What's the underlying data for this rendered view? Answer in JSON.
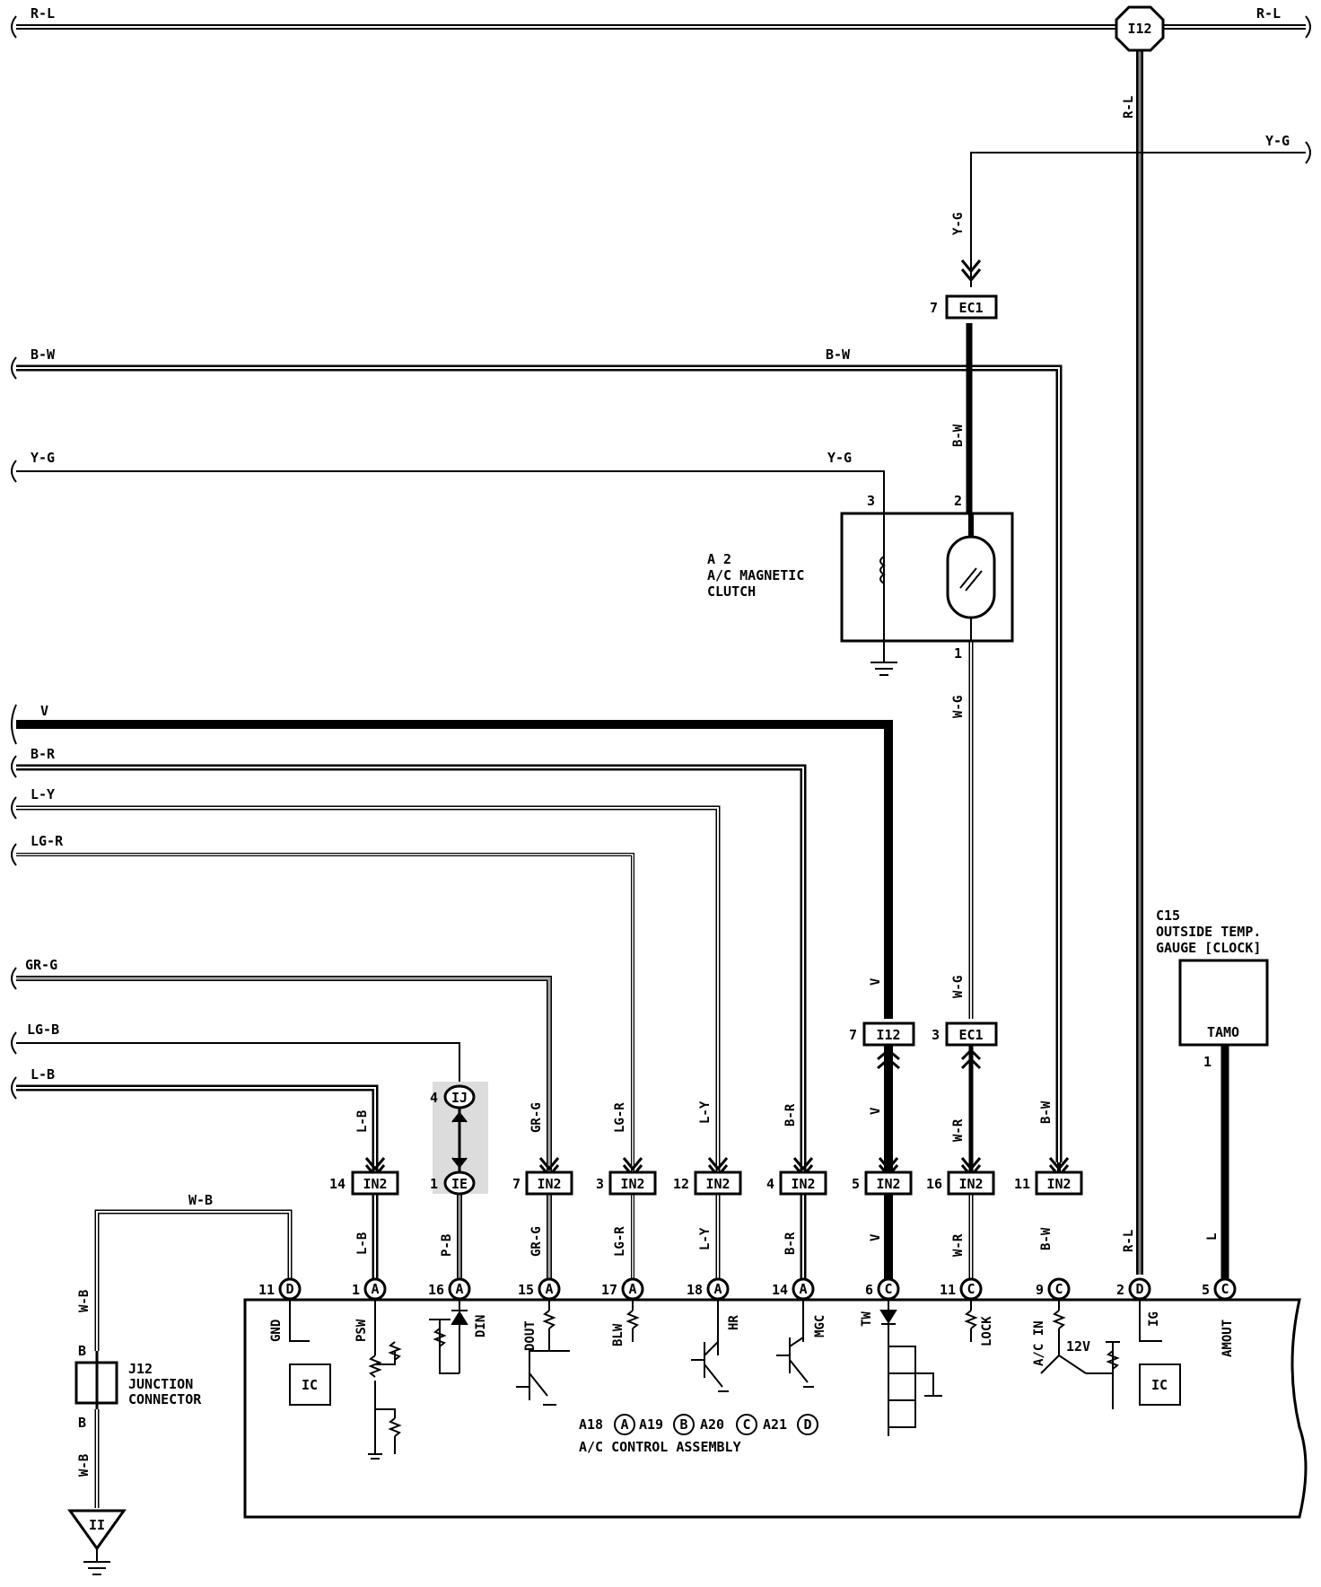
{
  "wires_left": [
    {
      "color": "R-L",
      "to": "I12"
    },
    {
      "color": "B-W",
      "to": "IN2 pin 11"
    },
    {
      "color": "Y-G",
      "to": "A2 pin 3"
    },
    {
      "color": "V",
      "to": "I12 pin 7"
    },
    {
      "color": "B-R",
      "to": "IN2 pin 4"
    },
    {
      "color": "L-Y",
      "to": "IN2 pin 12"
    },
    {
      "color": "LG-R",
      "to": "IN2 pin 3"
    },
    {
      "color": "GR-G",
      "to": "IN2 pin 7"
    },
    {
      "color": "LG-B",
      "to": "IJ pin 4"
    },
    {
      "color": "L-B",
      "to": "IN2 pin 14"
    }
  ],
  "wires_right": [
    {
      "color": "R-L"
    },
    {
      "color": "Y-G"
    }
  ],
  "labels": {
    "r_l": "R-L",
    "y_g": "Y-G",
    "b_w": "B-W",
    "v": "V",
    "b_r": "B-R",
    "l_y": "L-Y",
    "lg_r": "LG-R",
    "gr_g": "GR-G",
    "lg_b": "LG-B",
    "l_b": "L-B",
    "w_g": "W-G",
    "w_r": "W-R",
    "p_b": "P-B",
    "w_b": "W-B",
    "l": "L",
    "b": "B"
  },
  "connectors": {
    "i12": "I12",
    "ec1": "EC1",
    "in2": "IN2",
    "ij": "IJ",
    "ie": "IE",
    "ii": "II"
  },
  "pin_numbers": {
    "ec1_top": "7",
    "ec1_bottom": "3",
    "i12_mid": "7",
    "a2_p3": "3",
    "a2_p2": "2",
    "a2_p1": "1",
    "ij": "4",
    "ie": "1",
    "in2": [
      "14",
      "7",
      "3",
      "12",
      "4",
      "5",
      "16",
      "11"
    ],
    "c15": "1"
  },
  "magnetic_clutch": {
    "id": "A 2",
    "name_line1": "A/C MAGNETIC",
    "name_line2": "CLUTCH"
  },
  "outside_temp": {
    "id": "C15",
    "line1": "OUTSIDE TEMP.",
    "line2": "GAUGE [CLOCK]",
    "pin": "TAMO"
  },
  "junction": {
    "id": "J12",
    "line1": "JUNCTION",
    "line2": "CONNECTOR"
  },
  "ac_control": {
    "pins": [
      {
        "num": "11",
        "conn": "D",
        "name": "GND"
      },
      {
        "num": "1",
        "conn": "A",
        "name": "PSW"
      },
      {
        "num": "16",
        "conn": "A",
        "name": "DIN"
      },
      {
        "num": "15",
        "conn": "A",
        "name": "DOUT"
      },
      {
        "num": "17",
        "conn": "A",
        "name": "BLW"
      },
      {
        "num": "18",
        "conn": "A",
        "name": "HR"
      },
      {
        "num": "14",
        "conn": "A",
        "name": "MGC"
      },
      {
        "num": "6",
        "conn": "C",
        "name": "TW"
      },
      {
        "num": "11",
        "conn": "C",
        "name": "LOCK"
      },
      {
        "num": "9",
        "conn": "C",
        "name": "A/C IN"
      },
      {
        "num": "2",
        "conn": "D",
        "name": "IG"
      },
      {
        "num": "5",
        "conn": "C",
        "name": "AMOUT"
      }
    ],
    "ic": "IC",
    "v12": "12V",
    "caption_ids": [
      "A18",
      "A19",
      "A20",
      "A21"
    ],
    "caption_letters": [
      "A",
      "B",
      "C",
      "D"
    ],
    "title": "A/C CONTROL ASSEMBLY"
  }
}
